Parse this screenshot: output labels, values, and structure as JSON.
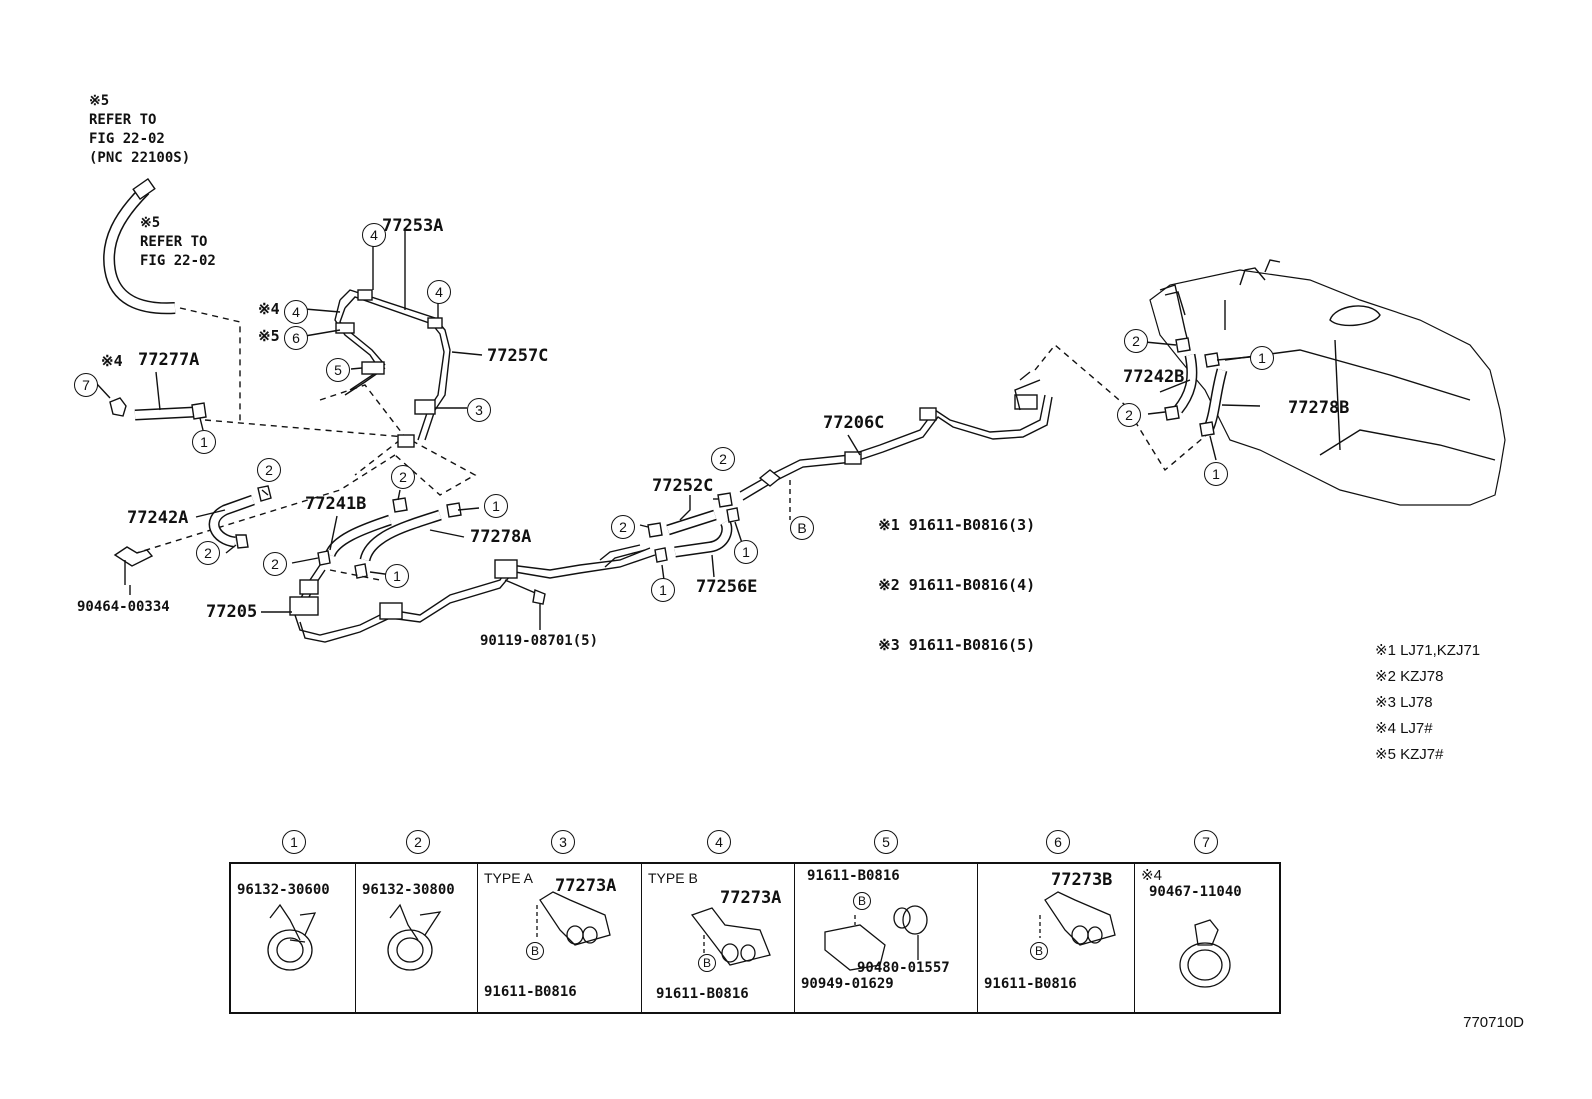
{
  "figure_id": "770710D",
  "refs": {
    "ref1": "※5\nREFER TO\nFIG 22-02\n(PNC 22100S)",
    "ref2": "※5\nREFER TO\nFIG 22-02"
  },
  "labels": {
    "p77253A": "77253A",
    "p77257C": "77257C",
    "p77277A": "77277A",
    "p77277A_mark": "※4",
    "p77242A": "77242A",
    "p77241B": "77241B",
    "p77278A": "77278A",
    "p77205": "77205",
    "p90464": "90464-00334",
    "p90119": "90119-08701(5)",
    "p77252C": "77252C",
    "p77256E": "77256E",
    "p77206C": "77206C",
    "p77242B": "77242B",
    "p77278B": "77278B",
    "m4": "※4",
    "m5": "※5"
  },
  "bolt_notes": [
    {
      "mark": "※1",
      "text": "91611-B0816(3)"
    },
    {
      "mark": "※2",
      "text": "91611-B0816(4)"
    },
    {
      "mark": "※3",
      "text": "91611-B0816(5)"
    }
  ],
  "legend": [
    "※1 LJ71,KZJ71",
    "※2 KZJ78",
    "※3 LJ78",
    "※4 LJ7#",
    "※5 KZJ7#"
  ],
  "callouts": {
    "c1": "1",
    "c2": "2",
    "c3": "3",
    "c4": "4",
    "c5": "5",
    "c6": "6",
    "c7": "7",
    "b": "B"
  },
  "table": [
    {
      "num": "1",
      "pn": "96132-30600"
    },
    {
      "num": "2",
      "pn": "96132-30800"
    },
    {
      "num": "3",
      "type": "TYPE A",
      "pnbig": "77273A",
      "bolt": "91611-B0816"
    },
    {
      "num": "4",
      "type": "TYPE B",
      "pnbig": "77273A",
      "bolt": "91611-B0816"
    },
    {
      "num": "5",
      "top": "91611-B0816",
      "pn2": "90480-01557",
      "pn3": "90949-01629"
    },
    {
      "num": "6",
      "pnbig": "77273B",
      "bolt": "91611-B0816"
    },
    {
      "num": "7",
      "mark": "※4",
      "pn": "90467-11040"
    }
  ]
}
